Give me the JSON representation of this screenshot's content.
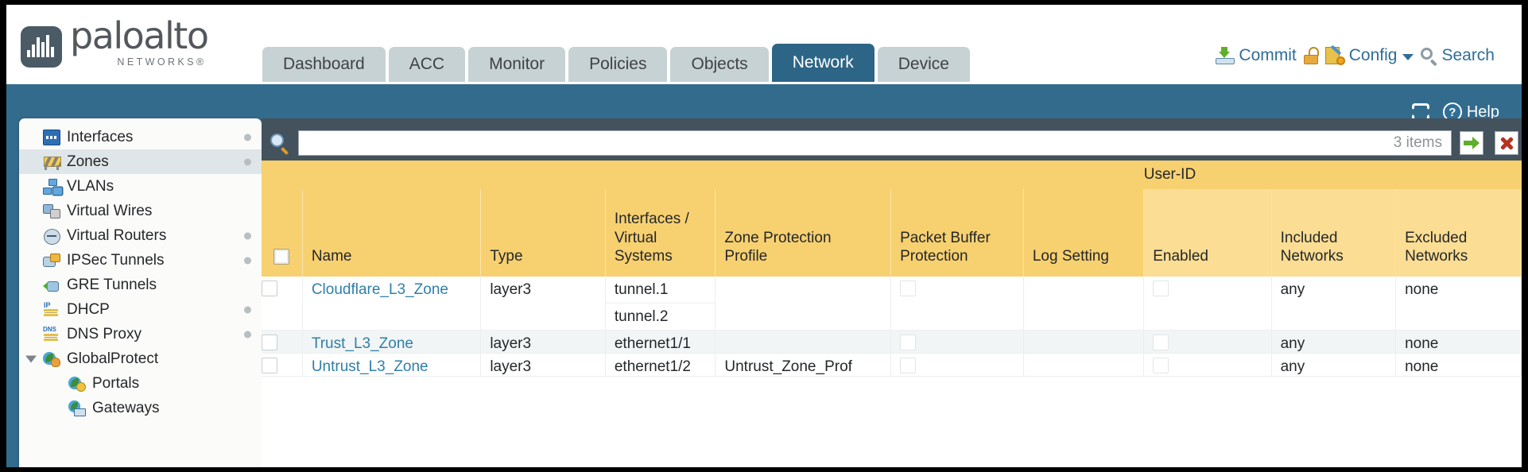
{
  "brand": {
    "name": "paloalto",
    "tagline": "NETWORKS",
    "registered": "®"
  },
  "tabs": [
    {
      "label": "Dashboard",
      "active": false
    },
    {
      "label": "ACC",
      "active": false
    },
    {
      "label": "Monitor",
      "active": false
    },
    {
      "label": "Policies",
      "active": false
    },
    {
      "label": "Objects",
      "active": false
    },
    {
      "label": "Network",
      "active": true
    },
    {
      "label": "Device",
      "active": false
    }
  ],
  "header_actions": {
    "commit": "Commit",
    "config": "Config",
    "search": "Search",
    "lock_icon": "padlock-icon",
    "commit_icon": "commit-icon",
    "config_icon": "config-icon",
    "search_icon": "search-icon",
    "caret_icon": "chevron-down-icon"
  },
  "toolbar": {
    "refresh_icon": "refresh-icon",
    "help": "Help",
    "help_icon": "help-icon"
  },
  "sidebar": {
    "items": [
      {
        "label": "Interfaces",
        "icon": "interfaces-icon",
        "selected": false,
        "dot": true,
        "child": false,
        "expander": false
      },
      {
        "label": "Zones",
        "icon": "zones-icon",
        "selected": true,
        "dot": true,
        "child": false,
        "expander": false
      },
      {
        "label": "VLANs",
        "icon": "vlans-icon",
        "selected": false,
        "dot": false,
        "child": false,
        "expander": false
      },
      {
        "label": "Virtual Wires",
        "icon": "virtual-wires-icon",
        "selected": false,
        "dot": false,
        "child": false,
        "expander": false
      },
      {
        "label": "Virtual Routers",
        "icon": "virtual-routers-icon",
        "selected": false,
        "dot": true,
        "child": false,
        "expander": false
      },
      {
        "label": "IPSec Tunnels",
        "icon": "ipsec-tunnels-icon",
        "selected": false,
        "dot": true,
        "child": false,
        "expander": false
      },
      {
        "label": "GRE Tunnels",
        "icon": "gre-tunnels-icon",
        "selected": false,
        "dot": false,
        "child": false,
        "expander": false
      },
      {
        "label": "DHCP",
        "icon": "dhcp-icon",
        "selected": false,
        "dot": true,
        "child": false,
        "expander": false
      },
      {
        "label": "DNS Proxy",
        "icon": "dns-proxy-icon",
        "selected": false,
        "dot": true,
        "child": false,
        "expander": false
      },
      {
        "label": "GlobalProtect",
        "icon": "globalprotect-icon",
        "selected": false,
        "dot": false,
        "child": false,
        "expander": true
      },
      {
        "label": "Portals",
        "icon": "portals-icon",
        "selected": false,
        "dot": false,
        "child": true,
        "expander": false
      },
      {
        "label": "Gateways",
        "icon": "gateways-icon",
        "selected": false,
        "dot": false,
        "child": true,
        "expander": false
      }
    ]
  },
  "filter": {
    "value": "",
    "placeholder": "",
    "item_count": "3 items",
    "apply_icon": "apply-filter-arrow-icon",
    "clear_icon": "clear-filter-x-icon",
    "search_icon": "search-icon"
  },
  "table": {
    "group_header": "User-ID",
    "columns": [
      "Name",
      "Type",
      "Interfaces /\nVirtual\nSystems",
      "Zone Protection\nProfile",
      "Packet Buffer\nProtection",
      "Log Setting",
      "Enabled",
      "Included\nNetworks",
      "Excluded\nNetworks"
    ],
    "column_labels": {
      "name": "Name",
      "type": "Type",
      "interfaces_l1": "Interfaces /",
      "interfaces_l2": "Virtual",
      "interfaces_l3": "Systems",
      "zone_protection_l1": "Zone Protection",
      "zone_protection_l2": "Profile",
      "packet_buffer_l1": "Packet Buffer",
      "packet_buffer_l2": "Protection",
      "log_setting": "Log Setting",
      "enabled": "Enabled",
      "included_l1": "Included",
      "included_l2": "Networks",
      "excluded_l1": "Excluded",
      "excluded_l2": "Networks"
    },
    "rows": [
      {
        "selected": false,
        "name": "Cloudflare_L3_Zone",
        "type": "layer3",
        "interfaces": [
          "tunnel.1",
          "tunnel.2"
        ],
        "zone_protection_profile": "",
        "packet_buffer_protection": false,
        "log_setting": "",
        "userid_enabled": false,
        "included_networks": "any",
        "excluded_networks": "none"
      },
      {
        "selected": false,
        "name": "Trust_L3_Zone",
        "type": "layer3",
        "interfaces": [
          "ethernet1/1"
        ],
        "zone_protection_profile": "",
        "packet_buffer_protection": false,
        "log_setting": "",
        "userid_enabled": false,
        "included_networks": "any",
        "excluded_networks": "none"
      },
      {
        "selected": false,
        "name": "Untrust_L3_Zone",
        "type": "layer3",
        "interfaces": [
          "ethernet1/2"
        ],
        "zone_protection_profile": "Untrust_Zone_Prof",
        "packet_buffer_protection": false,
        "log_setting": "",
        "userid_enabled": false,
        "included_networks": "any",
        "excluded_networks": "none"
      }
    ]
  },
  "colors": {
    "brand_blue": "#336b8c",
    "tab_active": "#2d6586",
    "tab_inactive": "#c7d2d4",
    "table_header": "#f7d070",
    "table_group_header": "#dcaa3c",
    "link": "#2f7fa8",
    "panel_dark": "#43525c"
  }
}
